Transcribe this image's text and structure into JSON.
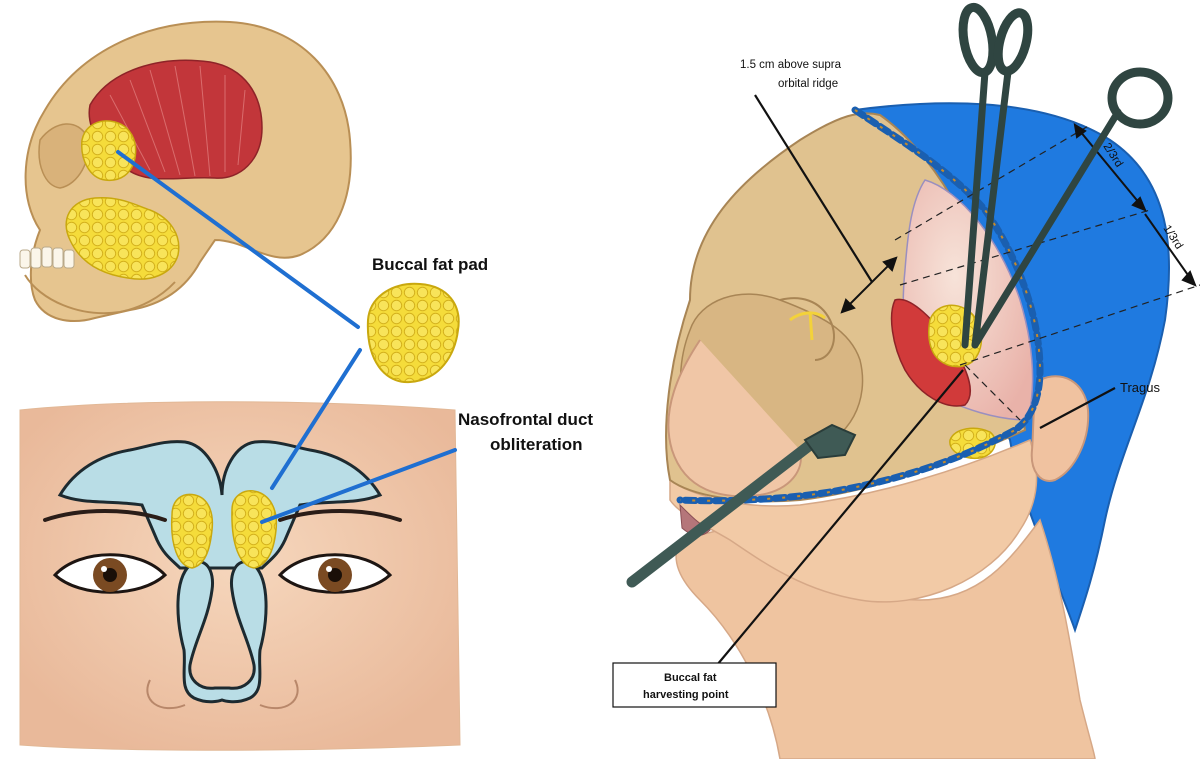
{
  "labels": {
    "buccal_fat_pad": "Buccal fat pad",
    "nasofrontal_line1": "Nasofrontal duct",
    "nasofrontal_line2": "obliteration",
    "supra_line1": "1.5 cm above supra",
    "supra_line2": "orbital ridge",
    "two_thirds": "2/3rd",
    "one_third": "1/3rd",
    "tragus": "Tragus",
    "harvest_line1": "Buccal fat",
    "harvest_line2": "harvesting point"
  },
  "icons": {
    "skull": "skull-illustration",
    "fat_pad": "buccal-fat-pad-blob",
    "face": "frontal-sinus-face-illustration",
    "head": "bicoronal-flap-head-illustration",
    "scissors": "scissors-icon",
    "retractor": "retractor-icon"
  },
  "colors": {
    "fat_fill": "#f5dc3a",
    "fat_stroke": "#c9a80e",
    "pointer_blue": "#1f6fd1",
    "scalp_blue": "#1f7ae0",
    "bone": "#e6c58f",
    "skin": "#f2caa6",
    "muscle": "#c2363a",
    "sinus": "#b9dde6",
    "instrument": "#3f5a55"
  }
}
